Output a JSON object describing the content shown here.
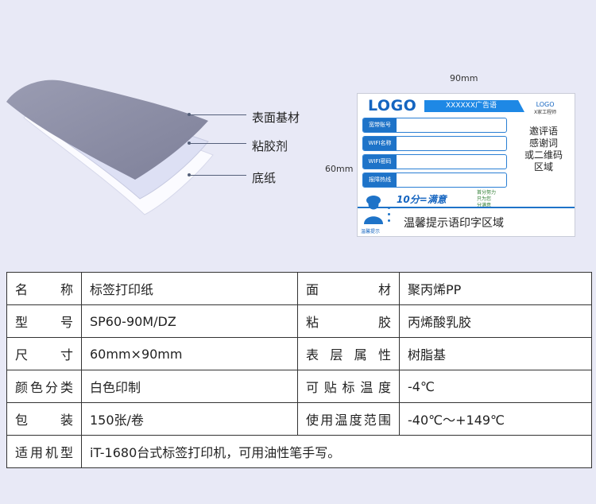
{
  "illustration": {
    "layers": [
      {
        "label": "表面基材"
      },
      {
        "label": "粘胶剂"
      },
      {
        "label": "底纸"
      }
    ]
  },
  "label_sample": {
    "width_dim": "90mm",
    "height_dim": "60mm",
    "logo_left": "LOGO",
    "banner": "XXXXXX广告语",
    "logo_right": "LOGO",
    "logo_right_sub": "X家工程师",
    "fields": [
      "宽带账号",
      "WIFI名称",
      "WIFI密码",
      "报障热线"
    ],
    "side_text": [
      "邀评语",
      "感谢词",
      "或二维码",
      "区域"
    ],
    "slogan": "10分=满意",
    "badge_line1": "首分努力",
    "badge_line2": "只为您",
    "badge_line3": "分满意",
    "tip_tag": "温馨提示",
    "tip_text": "温馨提示语印字区域"
  },
  "specs": {
    "rows": [
      {
        "k1": "名 称",
        "v1": "标签打印纸",
        "k2": "面 材",
        "v2": "聚丙烯PP"
      },
      {
        "k1": "型 号",
        "v1": "SP60-90M/DZ",
        "k2": "粘 胶",
        "v2": "丙烯酸乳胶"
      },
      {
        "k1": "尺 寸",
        "v1": "60mm×90mm",
        "k2": "表层属性",
        "v2": "树脂基"
      },
      {
        "k1": "颜色分类",
        "v1": "白色印制",
        "k2": "可贴标温度",
        "v2": "-4℃"
      },
      {
        "k1": "包 装",
        "v1": "150张/卷",
        "k2": "使用温度范围",
        "v2": "-40℃～+149℃"
      }
    ],
    "last_row": {
      "k1": "适用机型",
      "v": "iT-1680台式标签打印机，可用油性笔手写。"
    }
  }
}
